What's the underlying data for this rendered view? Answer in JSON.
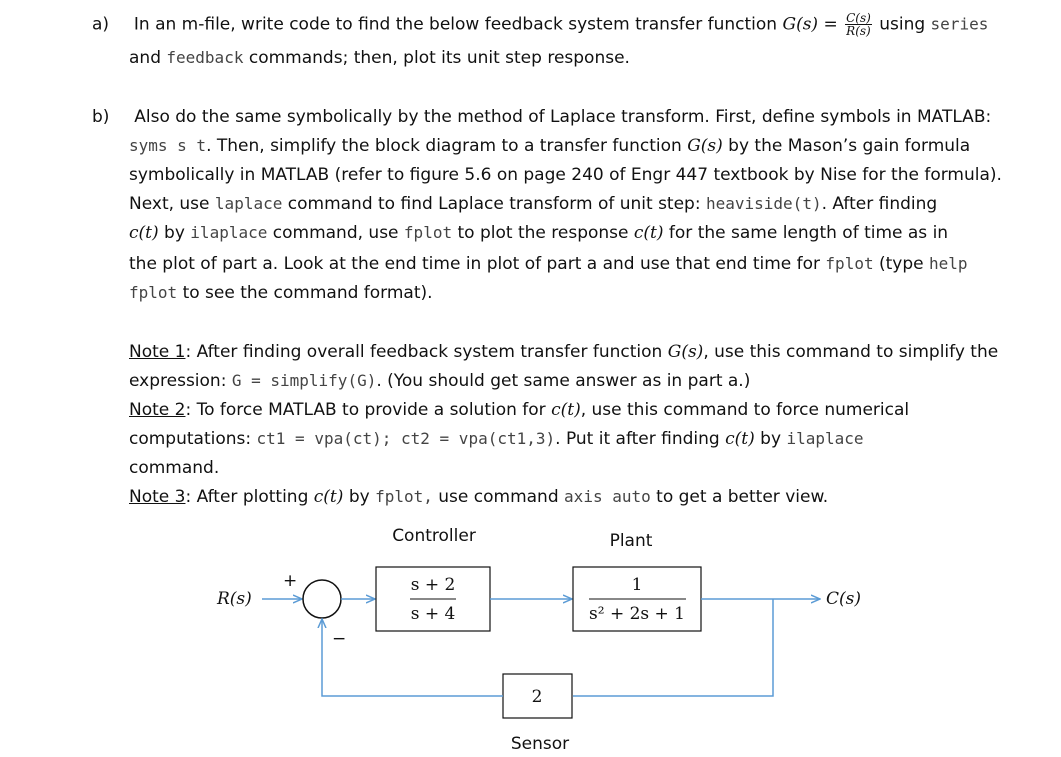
{
  "part_a": {
    "marker": "a)",
    "line1_prefix": "In an m-file, write code to find the below feedback system transfer function",
    "g_expr": "G(s) =",
    "frac_num": "C(s)",
    "frac_den": "R(s)",
    "using": "using",
    "series_cmd": "series",
    "line2_and": "and",
    "feedback_cmd": "feedback",
    "line2_rest": "commands; then, plot its unit step response."
  },
  "part_b": {
    "marker": "b)",
    "l1": "Also do the same symbolically by the method of Laplace transform. First, define symbols in MATLAB:",
    "l2_code": "syms s t",
    "l2_rest": ". Then, simplify the block diagram to a transfer function",
    "l2_gs": "G(s)",
    "l2_tail": "by the Mason’s gain formula",
    "l3": "symbolically in MATLAB (refer to figure 5.6 on page 240 of Engr 447 textbook by Nise for the formula).",
    "l4_a": "Next, use",
    "l4_code1": "laplace",
    "l4_b": "command to find Laplace transform of unit step:",
    "l4_code2": "heaviside(t)",
    "l4_c": ". After finding",
    "l5_ct": "c(t)",
    "l5_a": "by",
    "l5_code1": "ilaplace",
    "l5_b": "command, use",
    "l5_code2": "fplot",
    "l5_c": "to plot the response",
    "l5_ct2": "c(t)",
    "l5_d": "for the same length of time as in",
    "l6_a": "the plot of part a. Look at the end time in plot of part a and use that end time for",
    "l6_code1": "fplot",
    "l6_b": "(type",
    "l6_code2": "help",
    "l7_code": "fplot",
    "l7_rest": "to see the command format)."
  },
  "notes": {
    "n1_label": "Note 1",
    "n1_a": ": After finding overall feedback system transfer function",
    "n1_gs": "G(s)",
    "n1_b": ", use this command to simplify the",
    "n1c_a": "expression:",
    "n1c_code": "G = simplify(G)",
    "n1c_b": ". (You should get same answer as in part a.)",
    "n2_label": "Note 2",
    "n2_a": ": To force MATLAB to provide a solution for",
    "n2_ct": "c(t)",
    "n2_b": ", use this command to force numerical",
    "n2c_a": "computations:",
    "n2c_code": "ct1 = vpa(ct); ct2 = vpa(ct1,3)",
    "n2c_b": ". Put it after finding",
    "n2c_ct": "c(t)",
    "n2c_c": "by",
    "n2c_code2": "ilaplace",
    "n2d": "command.",
    "n3_label": "Note 3",
    "n3_a": ": After plotting",
    "n3_ct": "c(t)",
    "n3_b": "by",
    "n3_code1": "fplot,",
    "n3_c": "use command",
    "n3_code2": "axis auto",
    "n3_d": "to get a better view."
  },
  "diagram": {
    "controller_label": "Controller",
    "plant_label": "Plant",
    "sensor_label": "Sensor",
    "input_label": "R(s)",
    "output_label": "C(s)",
    "plus_sign": "+",
    "minus_sign": "−",
    "controller_num": "s + 2",
    "controller_den": "s + 4",
    "plant_num": "1",
    "plant_den": "s² + 2s + 1",
    "sensor_gain": "2",
    "line_color": "#5b9bd5"
  }
}
